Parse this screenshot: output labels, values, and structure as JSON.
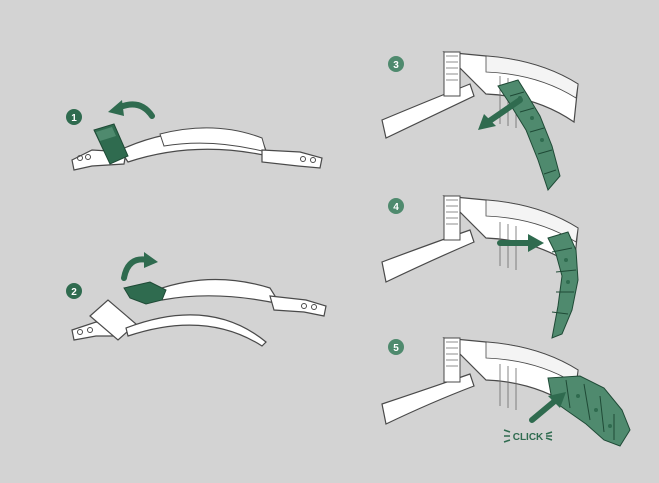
{
  "colors": {
    "background": "#d3d3d3",
    "accent_green": "#2f6b4f",
    "link_green": "#4f8a6e",
    "outline": "#4a4a4a",
    "metal_white": "#ffffff"
  },
  "steps": [
    {
      "number": "1",
      "action": "lift-clasp-cover",
      "arrow": "curved-left"
    },
    {
      "number": "2",
      "action": "flip-clasp-open",
      "arrow": "curved-right"
    },
    {
      "number": "3",
      "action": "pull-extension-link-out",
      "arrow": "diagonal-down-left"
    },
    {
      "number": "4",
      "action": "slide-extension-link",
      "arrow": "right"
    },
    {
      "number": "5",
      "action": "push-extension-link-in",
      "arrow": "diagonal-up-right",
      "label": "CLICK"
    }
  ],
  "icons": [
    "rotate-left-arrow-icon",
    "rotate-right-arrow-icon",
    "diagonal-arrow-icon",
    "right-arrow-icon",
    "click-burst-icon"
  ]
}
